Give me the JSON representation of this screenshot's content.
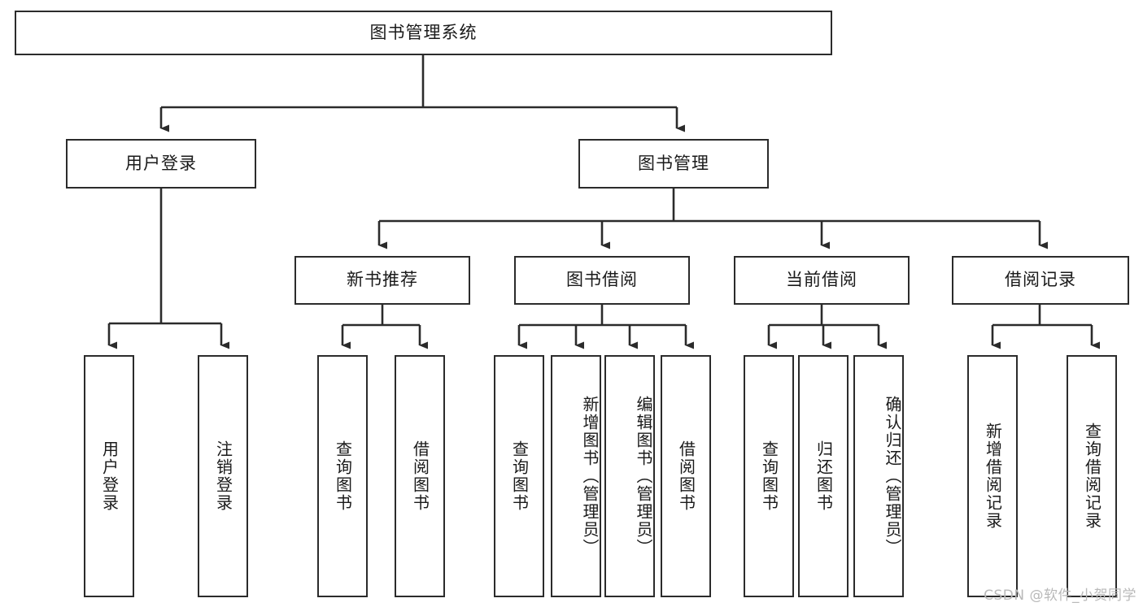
{
  "diagram": {
    "title": "图书管理系统",
    "type": "hierarchy-tree",
    "watermark": "CSDN @软件_小贺同学",
    "colors": {
      "stroke": "#2b2b2b",
      "fill": "#ffffff",
      "text": "#1a1a1a",
      "watermark": "#b9b9b9"
    },
    "levels": {
      "root": {
        "label": "图书管理系统"
      },
      "level2": [
        {
          "label": "用户登录"
        },
        {
          "label": "图书管理"
        }
      ],
      "level3": [
        {
          "label": "新书推荐"
        },
        {
          "label": "图书借阅"
        },
        {
          "label": "当前借阅"
        },
        {
          "label": "借阅记录"
        }
      ],
      "leaves": [
        {
          "label": "用户登录",
          "parent": "用户登录"
        },
        {
          "label": "注销登录",
          "parent": "用户登录"
        },
        {
          "label": "查询图书",
          "parent": "新书推荐"
        },
        {
          "label": "借阅图书",
          "parent": "新书推荐"
        },
        {
          "label": "查询图书",
          "parent": "图书借阅"
        },
        {
          "label": "新增图书（管理员）",
          "parent": "图书借阅"
        },
        {
          "label": "编辑图书（管理员）",
          "parent": "图书借阅"
        },
        {
          "label": "借阅图书",
          "parent": "图书借阅"
        },
        {
          "label": "查询图书",
          "parent": "当前借阅"
        },
        {
          "label": "归还图书",
          "parent": "当前借阅"
        },
        {
          "label": "确认归还（管理员）",
          "parent": "当前借阅"
        },
        {
          "label": "新增借阅记录",
          "parent": "借阅记录"
        },
        {
          "label": "查询借阅记录",
          "parent": "借阅记录"
        }
      ]
    }
  }
}
